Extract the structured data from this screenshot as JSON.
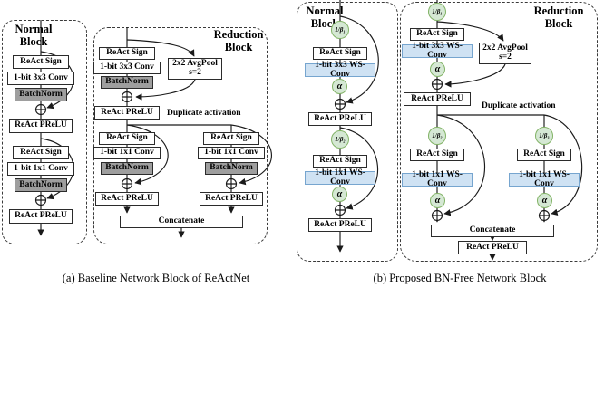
{
  "captions": {
    "a": "(a) Baseline Network Block of ReActNet",
    "b": "(b) Proposed BN-Free Network Block"
  },
  "colors": {
    "batchnorm_fill": "#9e9e9e",
    "ws_conv_fill": "#cfe2f3",
    "ws_conv_border": "#76a5cf",
    "scale_fill": "#d5e8d4",
    "scale_border": "#82b366",
    "wire": "#1a1a1a"
  },
  "panel_a_normal": {
    "title": "Normal\nBlock",
    "nodes": {
      "react_sign_1": "ReAct Sign",
      "conv_3x3": "1-bit 3x3 Conv",
      "batchnorm_1": "BatchNorm",
      "react_prelu_1": "ReAct PReLU",
      "react_sign_2": "ReAct Sign",
      "conv_1x1": "1-bit 1x1 Conv",
      "batchnorm_2": "BatchNorm",
      "react_prelu_2": "ReAct PReLU"
    }
  },
  "panel_a_reduction": {
    "title": "Reduction\nBlock",
    "nodes": {
      "react_sign_1": "ReAct Sign",
      "conv_3x3": "1-bit 3x3 Conv",
      "avgpool_line1": "2x2 AvgPool",
      "avgpool_line2": "s=2",
      "batchnorm_1": "BatchNorm",
      "react_prelu_1": "ReAct PReLU",
      "duplicate_activation": "Duplicate activation",
      "left_react_sign": "ReAct Sign",
      "left_conv_1x1": "1-bit 1x1 Conv",
      "left_batchnorm": "BatchNorm",
      "left_react_prelu": "ReAct PReLU",
      "right_react_sign": "ReAct Sign",
      "right_conv_1x1": "1-bit 1x1 Conv",
      "right_batchnorm": "BatchNorm",
      "right_react_prelu": "ReAct PReLU",
      "concatenate": "Concatenate"
    }
  },
  "panel_b_normal": {
    "title": "Normal\nBlock",
    "nodes": {
      "inv_beta_1": "1/β₁",
      "react_sign_1": "ReAct Sign",
      "ws_conv_3x3": "1-bit 3x3 WS-Conv",
      "alpha_1": "α",
      "react_prelu_1": "ReAct PReLU",
      "inv_beta_2": "1/β₂",
      "react_sign_2": "ReAct Sign",
      "ws_conv_1x1": "1-bit 1x1 WS-Conv",
      "alpha_2": "α",
      "react_prelu_2": "ReAct PReLU"
    }
  },
  "panel_b_reduction": {
    "title": "Reduction\nBlock",
    "nodes": {
      "inv_beta_1": "1/β₁",
      "react_sign_1": "ReAct Sign",
      "ws_conv_3x3": "1-bit 3x3 WS-Conv",
      "avgpool_line1": "2x2 AvgPool",
      "avgpool_line2": "s=2",
      "alpha_1": "α",
      "react_prelu_1": "ReAct PReLU",
      "duplicate_activation": "Duplicate activation",
      "left_inv_beta": "1/β₂",
      "left_react_sign": "ReAct Sign",
      "left_ws_conv_1x1": "1-bit 1x1 WS-Conv",
      "left_alpha": "α",
      "right_inv_beta": "1/β₃",
      "right_react_sign": "ReAct Sign",
      "right_ws_conv_1x1": "1-bit 1x1 WS-Conv",
      "right_alpha": "α",
      "concatenate": "Concatenate",
      "react_prelu_final": "ReAct PReLU"
    }
  }
}
